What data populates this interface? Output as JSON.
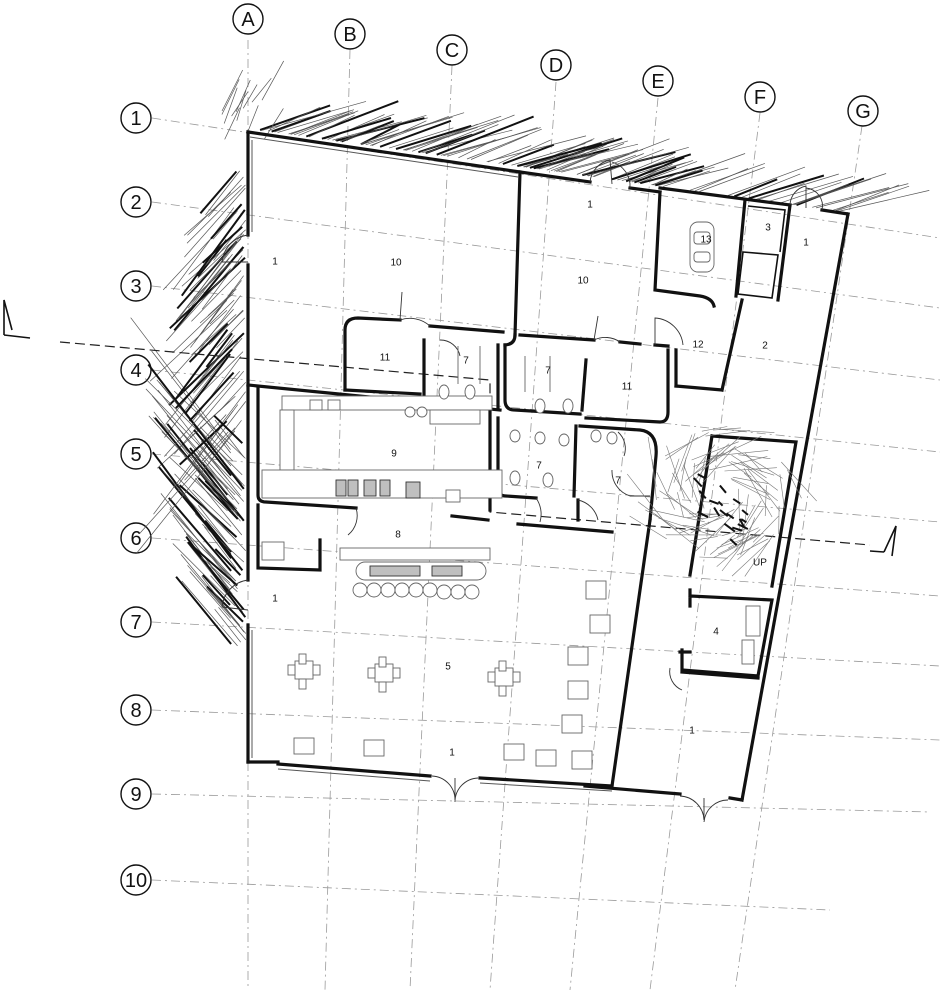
{
  "grid": {
    "columns": [
      "A",
      "B",
      "C",
      "D",
      "E",
      "F",
      "G"
    ],
    "rows": [
      "1",
      "2",
      "3",
      "4",
      "5",
      "6",
      "7",
      "8",
      "9",
      "10"
    ]
  },
  "rooms": [
    {
      "id": "lobby-west-upper",
      "label": "1"
    },
    {
      "id": "lobby-north",
      "label": "1"
    },
    {
      "id": "lobby-northeast",
      "label": "1"
    },
    {
      "id": "lobby-west-lower",
      "label": "1"
    },
    {
      "id": "lobby-south",
      "label": "1"
    },
    {
      "id": "lobby-southeast",
      "label": "1"
    },
    {
      "id": "room-2",
      "label": "2"
    },
    {
      "id": "room-3",
      "label": "3"
    },
    {
      "id": "room-4",
      "label": "4"
    },
    {
      "id": "room-5-dining",
      "label": "5"
    },
    {
      "id": "room-7-a",
      "label": "7"
    },
    {
      "id": "room-7-b",
      "label": "7"
    },
    {
      "id": "room-7-c",
      "label": "7"
    },
    {
      "id": "room-7-d",
      "label": "7"
    },
    {
      "id": "room-8-bar",
      "label": "8"
    },
    {
      "id": "room-9-kitchen",
      "label": "9"
    },
    {
      "id": "room-10-west",
      "label": "10"
    },
    {
      "id": "room-10-east",
      "label": "10"
    },
    {
      "id": "room-11-west",
      "label": "11"
    },
    {
      "id": "room-11-east",
      "label": "11"
    },
    {
      "id": "room-12",
      "label": "12"
    },
    {
      "id": "room-13-garage",
      "label": "13"
    }
  ],
  "annotations": {
    "stair": "UP"
  }
}
